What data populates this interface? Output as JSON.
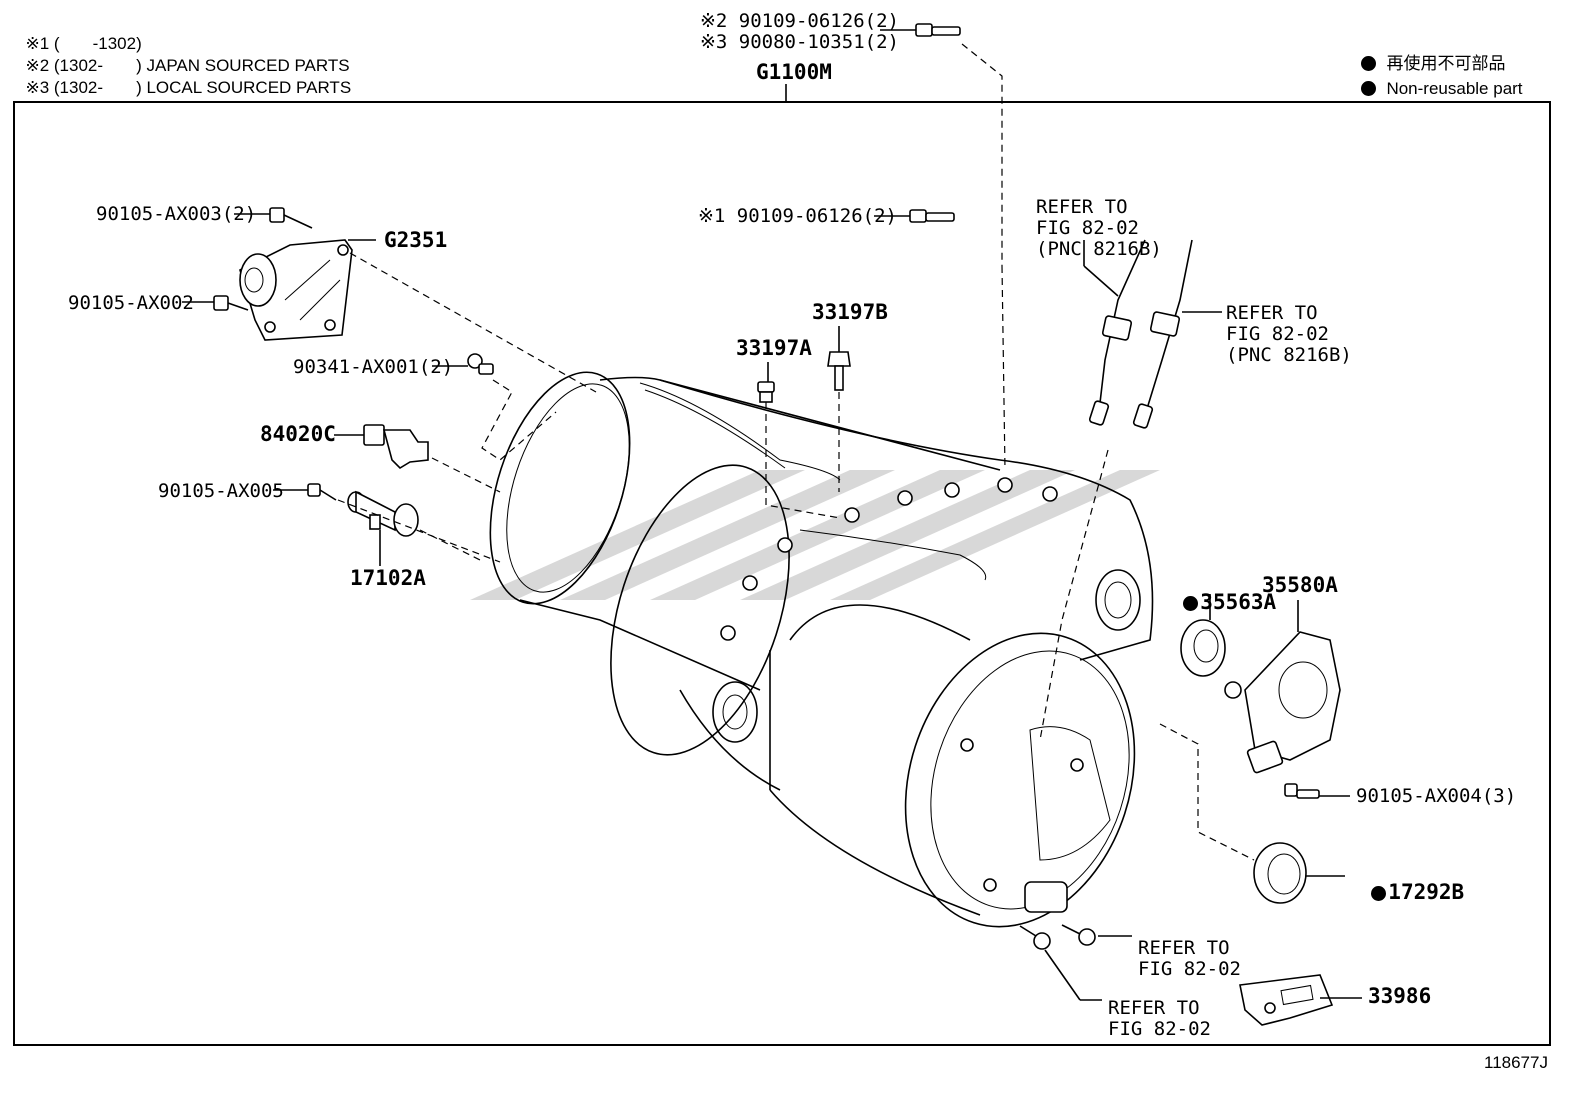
{
  "notes": [
    {
      "mark": "※1",
      "text": "(       -1302)"
    },
    {
      "mark": "※2",
      "text": "(1302-       ) JAPAN SOURCED PARTS"
    },
    {
      "mark": "※3",
      "text": "(1302-       ) LOCAL SOURCED PARTS"
    }
  ],
  "legend": {
    "jp": "再使用不可部品",
    "en": "Non-reusable part"
  },
  "assembly_label": "G1100M",
  "top_bolts": {
    "line1": "※2 90109-06126(2)",
    "line2": "※3 90080-10351(2)"
  },
  "labels": {
    "bolt_ax003": "90105-AX003(2)",
    "bracket": "G2351",
    "bolt_ax002": "90105-AX002",
    "bolt_ax001": "90341-AX001(2)",
    "sensor": "84020C",
    "bolt_ax005": "90105-AX005",
    "pipe": "17102A",
    "bolt_x1": "※1 90109-06126(2)",
    "plug_a": "33197A",
    "plug_b": "33197B",
    "seal_a": "35563A",
    "sensor_b": "35580A",
    "bolt_ax004": "90105-AX004(3)",
    "seal_b": "17292B",
    "cover": "33986"
  },
  "refer_cable_1": [
    "REFER TO",
    "FIG 82-02",
    "(PNC 8216B)"
  ],
  "refer_cable_2": [
    "REFER TO",
    "FIG 82-02",
    "(PNC 8216B)"
  ],
  "refer_bolt_1": [
    "REFER TO",
    "FIG 82-02"
  ],
  "refer_bolt_2": [
    "REFER TO",
    "FIG 82-02"
  ],
  "figure_id": "118677J"
}
